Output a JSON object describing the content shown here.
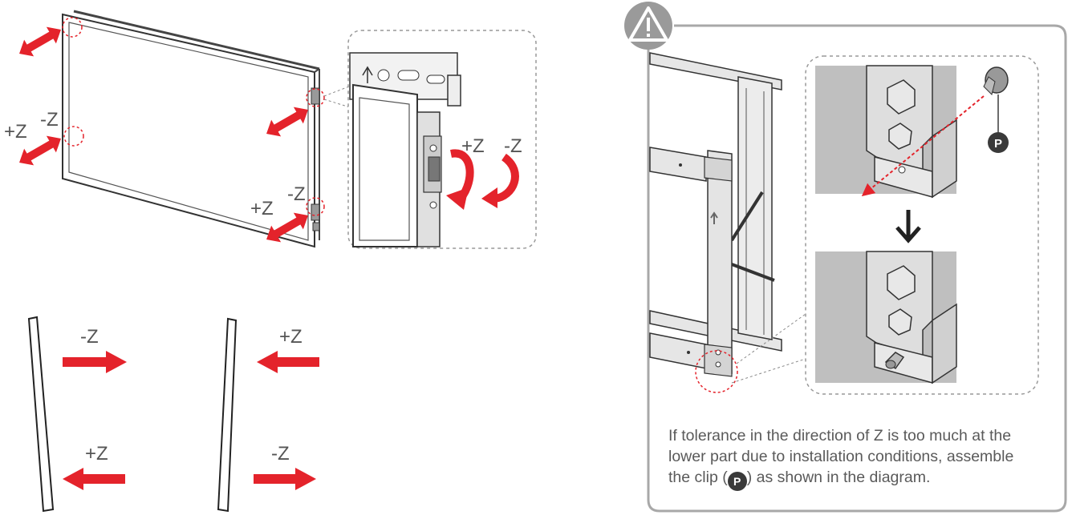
{
  "colors": {
    "arrow": "#e4232b",
    "line": "#4a4a4a",
    "panel": "#b5b5b5",
    "badge": "#3a3a3a"
  },
  "icons": {
    "warning": "warning-triangle-icon",
    "down": "arrow-down-icon"
  },
  "top_left": {
    "left_neg": "-Z",
    "left_pos": "+Z",
    "bottom_neg": "-Z",
    "bottom_pos": "+Z",
    "rot_pos": "+Z",
    "rot_neg": "-Z"
  },
  "bottom_left": {
    "a_top": "-Z",
    "a_bottom": "+Z",
    "b_top": "+Z",
    "b_bottom": "-Z"
  },
  "right_panel": {
    "clip_badge": "P",
    "caption_line1": "If tolerance in the direction of Z is too much at the",
    "caption_line2": "lower part due to installation conditions, assemble",
    "caption_pre": "the clip (",
    "caption_badge": "P",
    "caption_post": ") as shown in the diagram."
  }
}
